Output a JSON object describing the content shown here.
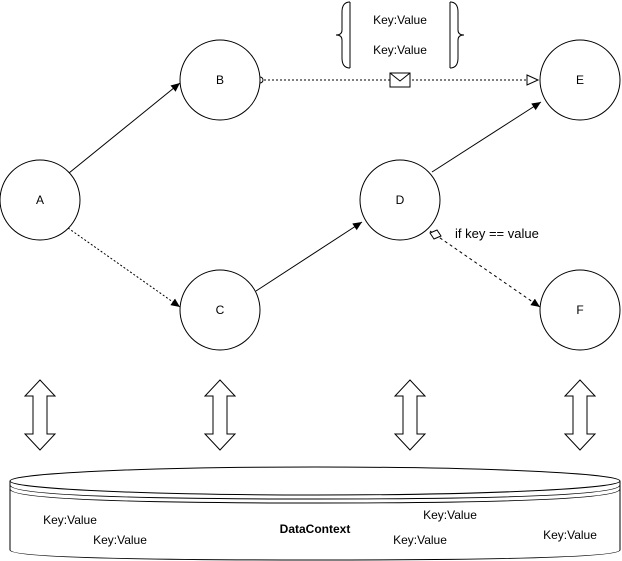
{
  "nodes": {
    "a": "A",
    "b": "B",
    "c": "C",
    "d": "D",
    "e": "E",
    "f": "F"
  },
  "message": {
    "line1": "Key:Value",
    "line2": "Key:Value"
  },
  "condition": "if key == value",
  "datacontext": {
    "title": "DataContext",
    "entries": [
      "Key:Value",
      "Key:Value",
      "Key:Value",
      "Key:Value",
      "Key:Value"
    ]
  }
}
